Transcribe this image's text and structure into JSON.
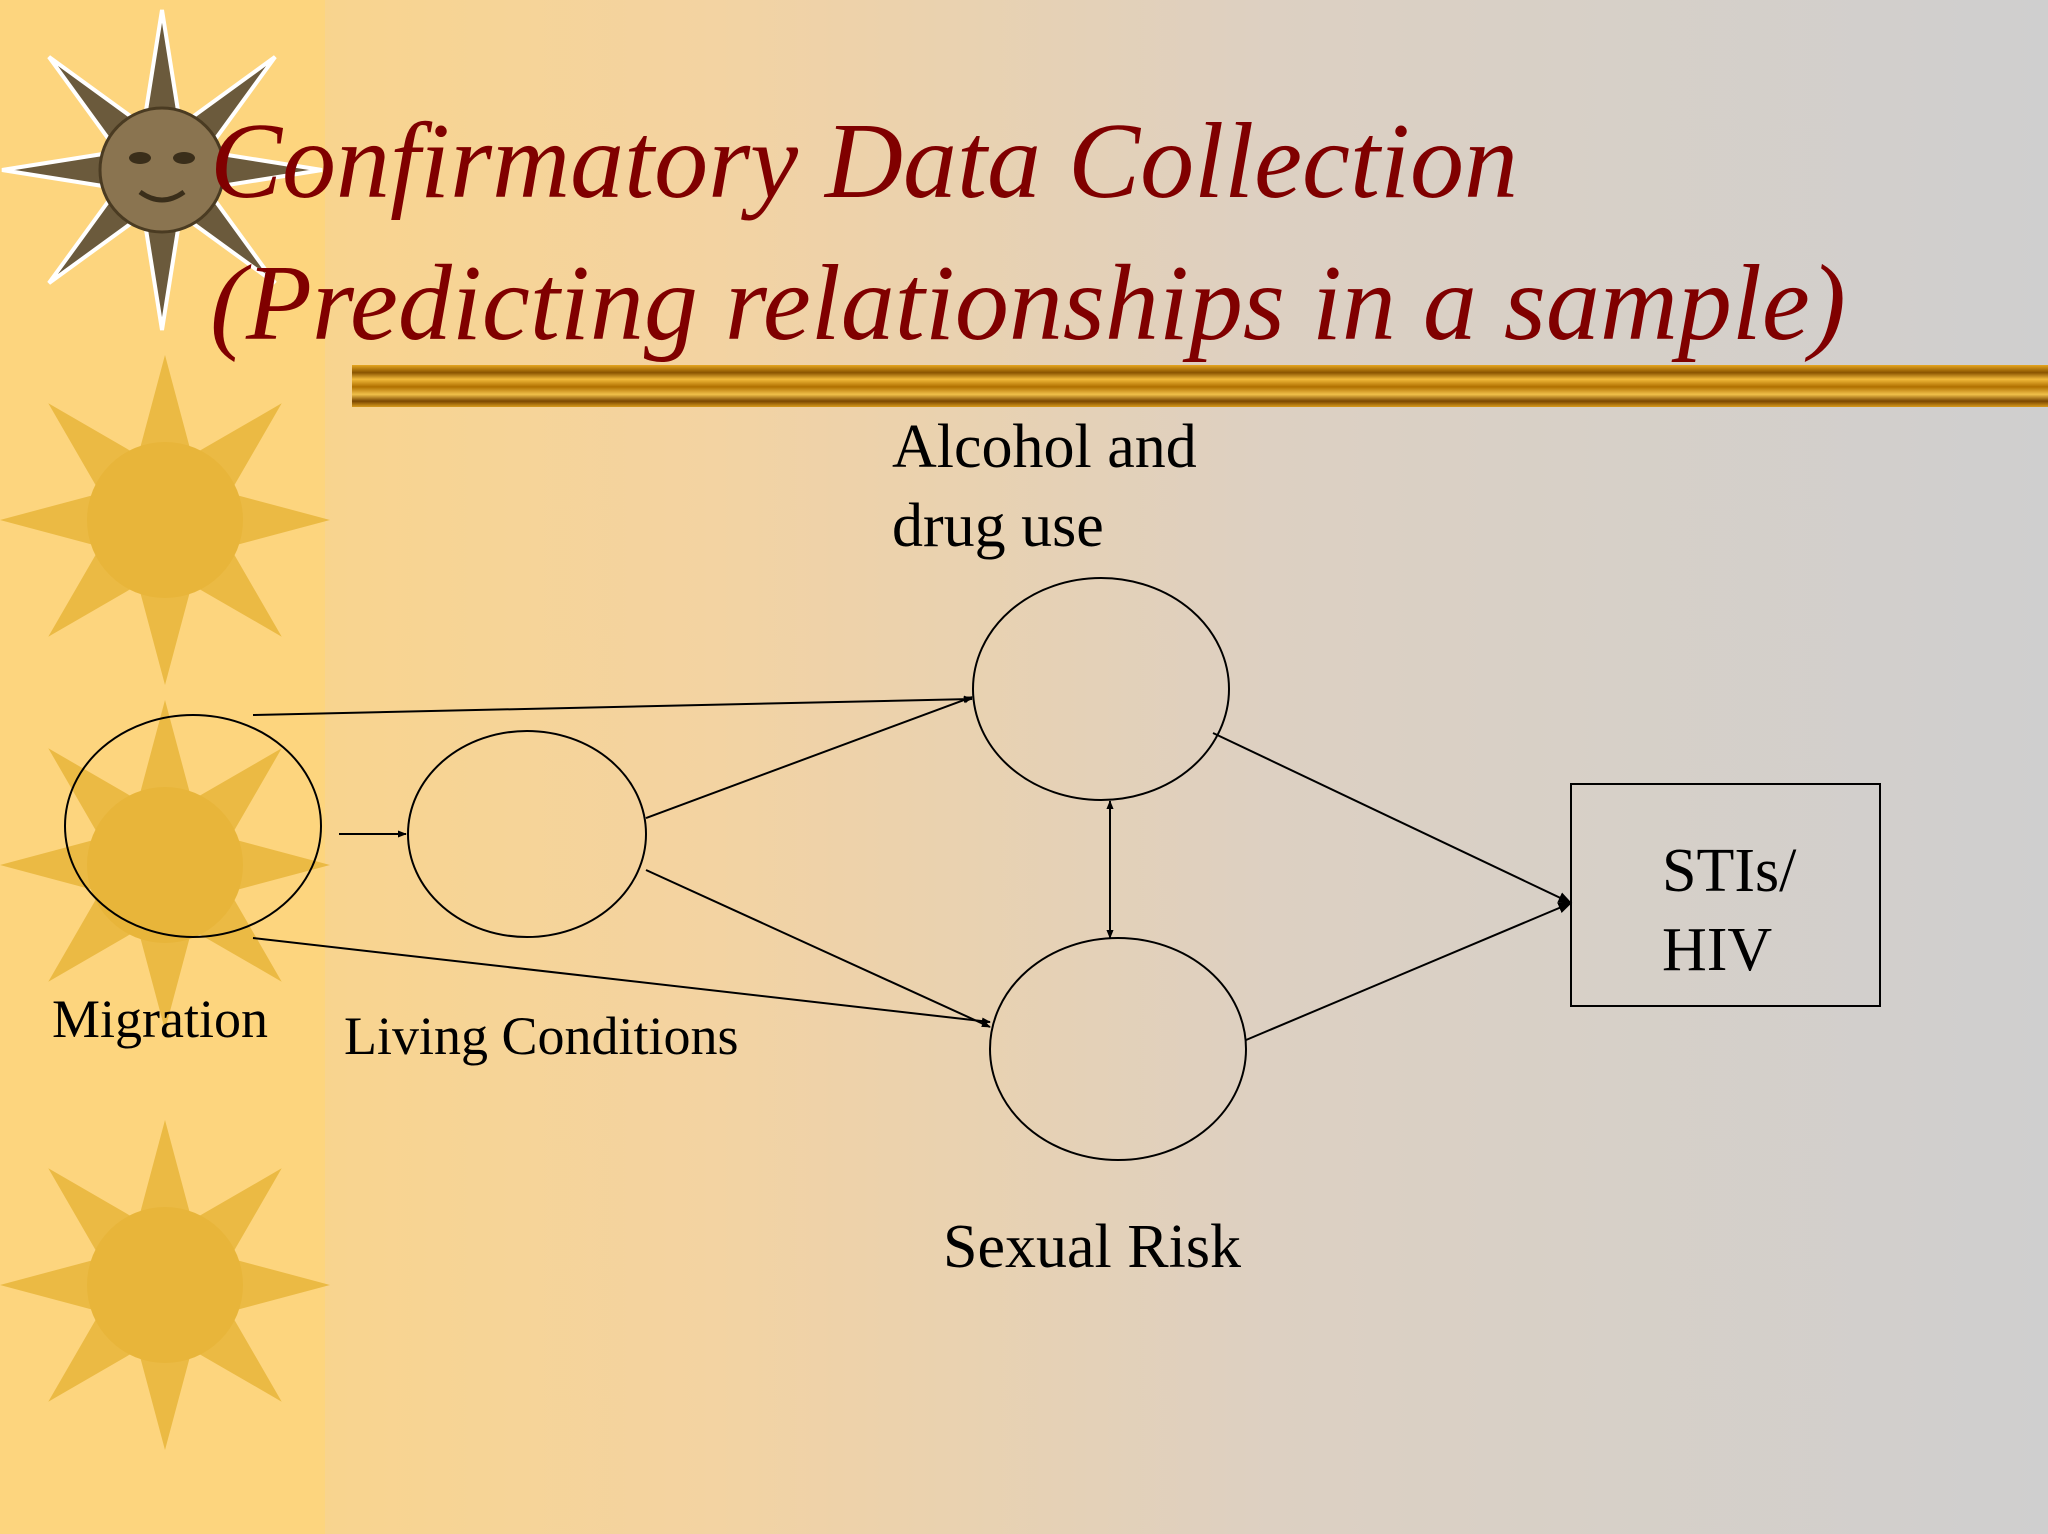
{
  "slide": {
    "title_line_1": "Confirmatory Data Collection",
    "title_line_2": "(Predicting relationships in a sample)"
  },
  "diagram": {
    "nodes": {
      "alcohol": {
        "label": "Alcohol and drug use",
        "shape": "ellipse"
      },
      "migration": {
        "label": "Migration",
        "shape": "ellipse"
      },
      "living": {
        "label": "Living Conditions",
        "shape": "ellipse"
      },
      "sexual": {
        "label": "Sexual Risk",
        "shape": "ellipse"
      },
      "stis": {
        "label": "STIs/ HIV",
        "shape": "rectangle"
      }
    },
    "edges": [
      {
        "from": "migration",
        "to": "alcohol",
        "type": "directed"
      },
      {
        "from": "migration",
        "to": "living",
        "type": "directed"
      },
      {
        "from": "migration",
        "to": "sexual",
        "type": "directed"
      },
      {
        "from": "living",
        "to": "alcohol",
        "type": "directed"
      },
      {
        "from": "living",
        "to": "sexual",
        "type": "directed"
      },
      {
        "from": "alcohol",
        "to": "sexual",
        "type": "bidirectional"
      },
      {
        "from": "alcohol",
        "to": "stis",
        "type": "directed"
      },
      {
        "from": "sexual",
        "to": "stis",
        "type": "directed"
      }
    ]
  },
  "colors": {
    "title": "#800000",
    "background_left": "#fdd57e",
    "background_right": "#cfcfcf",
    "sun": "#e8b53a",
    "sun_logo": "#6b5a3c",
    "bar": "#c98a12"
  },
  "decorations": {
    "top_left_icon": "sun-face-icon",
    "strip_icons": [
      "sun-icon",
      "sun-icon",
      "sun-icon"
    ]
  }
}
